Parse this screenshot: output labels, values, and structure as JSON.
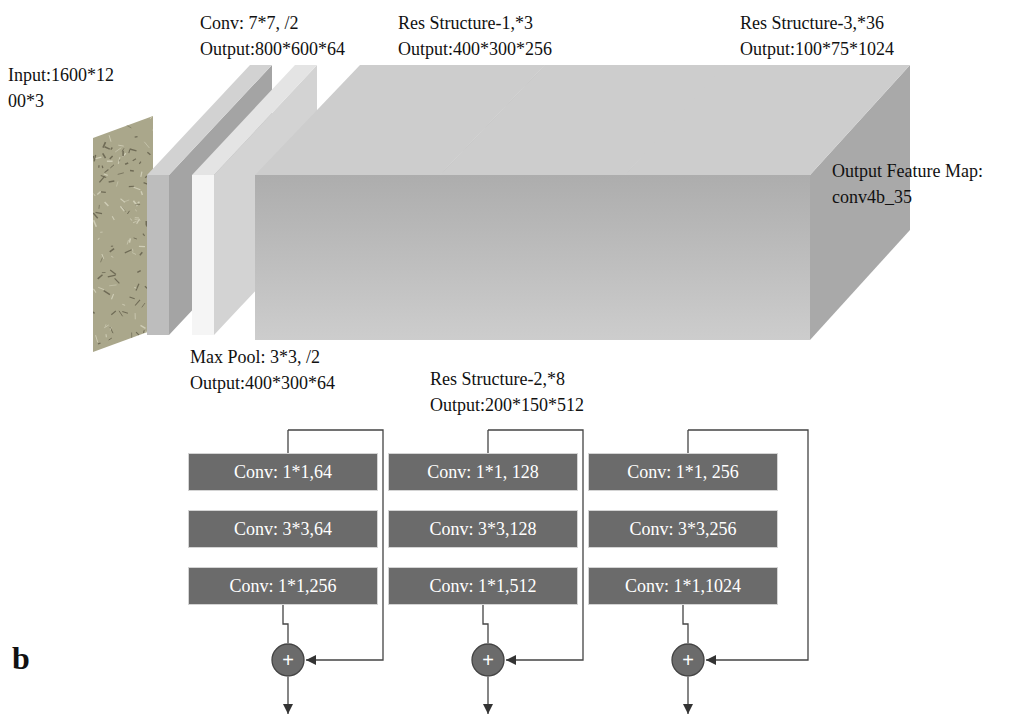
{
  "diagram": {
    "nodes": [
      {
        "text": [
          "Input:1600*12 00*3"
        ]
      },
      {
        "text": [
          "Conv: 7*7, /2",
          "Output:800*600*64"
        ]
      },
      {
        "text": [
          "Max Pool: 3*3, /2",
          "Output:400*300*64"
        ]
      },
      {
        "text": [
          "Res Structure-1,*3",
          "Output:400*300*256"
        ]
      },
      {
        "text": [
          "Res Structure-2,*8",
          "Output:200*150*512"
        ]
      },
      {
        "text": [
          "Res Structure-3,*36",
          "Output:100*75*1024"
        ]
      },
      {
        "text": [
          "Conv: 1*1,64"
        ]
      },
      {
        "text": [
          "Conv: 3*3,64"
        ]
      },
      {
        "text": [
          "Conv: 1*1,256"
        ]
      },
      {
        "text": [
          "+"
        ]
      },
      {
        "text": [
          "Conv: 1*1, 128"
        ]
      },
      {
        "text": [
          "Conv: 3*3,128"
        ]
      },
      {
        "text": [
          "Conv: 1*1,512"
        ]
      },
      {
        "text": [
          "+"
        ]
      },
      {
        "text": [
          "Conv: 1*1, 256"
        ]
      },
      {
        "text": [
          "Conv: 3*3,256"
        ]
      },
      {
        "text": [
          "Conv: 1*1,1024"
        ]
      },
      {
        "text": [
          "+"
        ]
      }
    ],
    "edges": [
      {
        "from": 8,
        "to": 9,
        "arrow": "none"
      },
      {
        "from": 12,
        "to": 13,
        "arrow": "none"
      },
      {
        "from": 16,
        "to": 17,
        "arrow": "none"
      }
    ],
    "labels": [
      "Output Feature Map: conv4b_35",
      "b"
    ]
  }
}
